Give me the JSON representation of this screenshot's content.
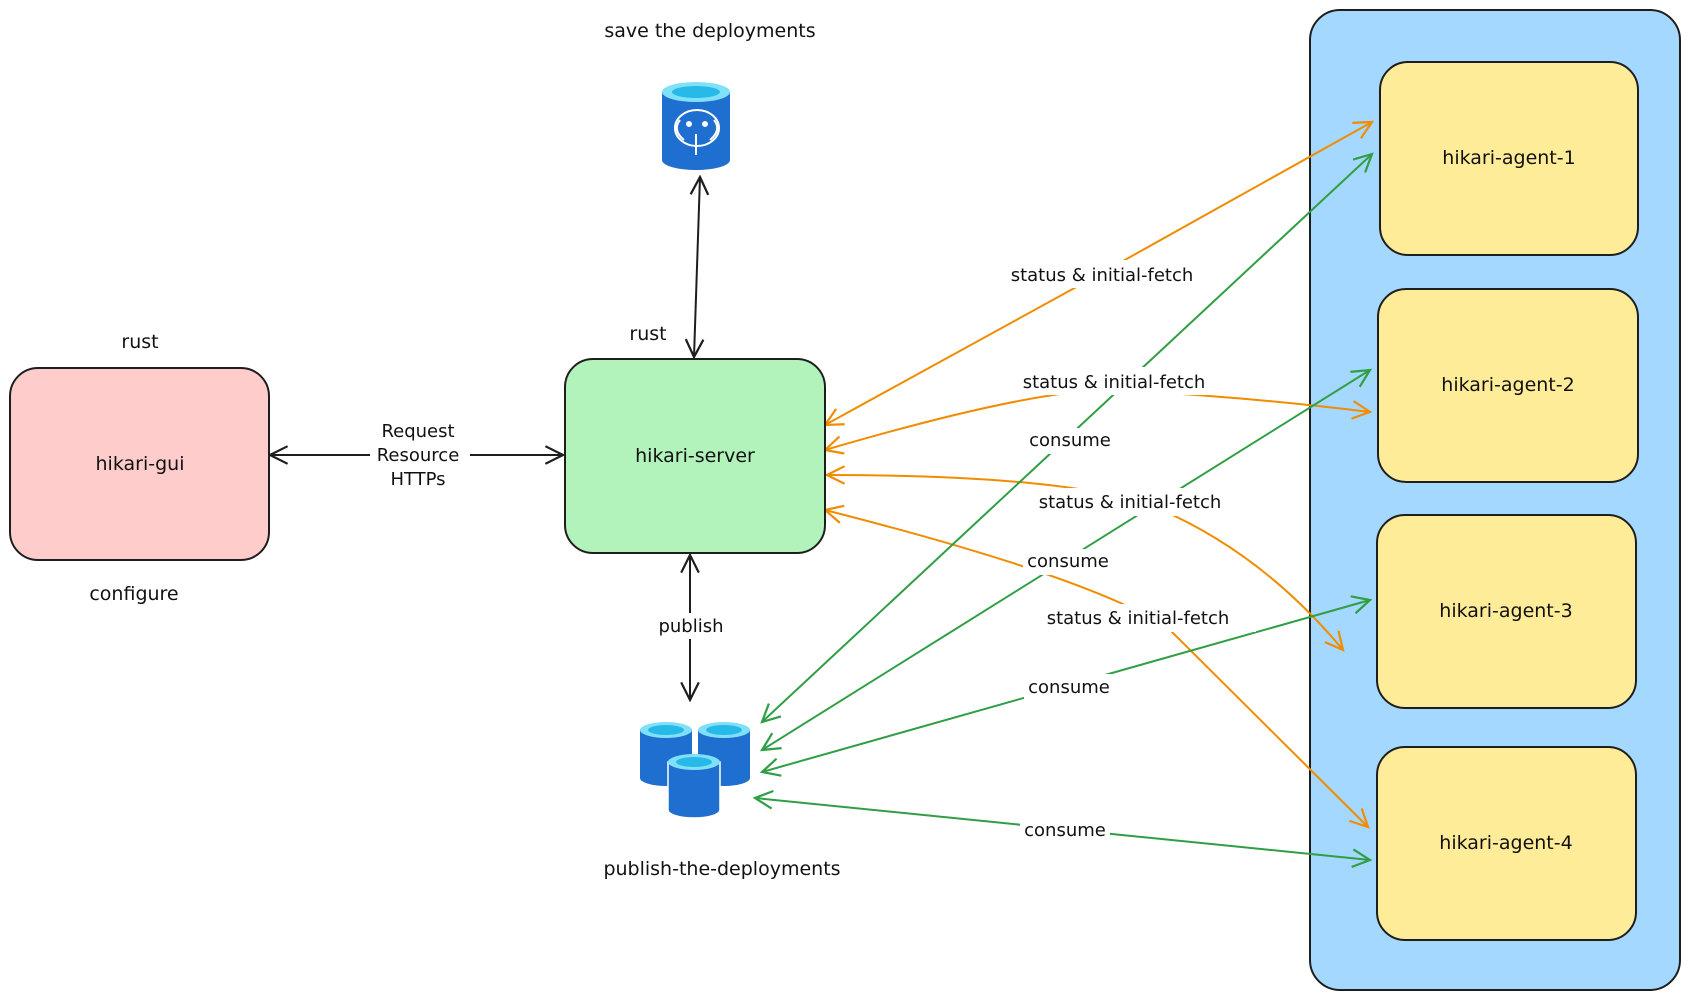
{
  "colors": {
    "gui_fill": "#ffcccc",
    "server_fill": "#b2f2bb",
    "agent_fill": "#ffec99",
    "group_fill": "#a5d8ff",
    "stroke": "#1e1e1e",
    "orange_edge": "#f08c00",
    "green_edge": "#2f9e44",
    "db_blue": "#1e6fd0"
  },
  "nodes": {
    "gui": {
      "label": "hikari-gui",
      "top_note": "rust",
      "bottom_note": "configure"
    },
    "server": {
      "label": "hikari-server",
      "top_note": "rust"
    },
    "postgres": {
      "icon": "postgres-database-icon",
      "caption": "save the deployments"
    },
    "queue": {
      "icon": "database-cluster-icon",
      "caption": "publish-the-deployments"
    },
    "agents": [
      {
        "label": "hikari-agent-1"
      },
      {
        "label": "hikari-agent-2"
      },
      {
        "label": "hikari-agent-3"
      },
      {
        "label": "hikari-agent-4"
      }
    ]
  },
  "edges": {
    "gui_server": [
      "Request",
      "Resource",
      "HTTPs"
    ],
    "server_queue": "publish",
    "status": [
      "status & initial-fetch",
      "status & initial-fetch",
      "status & initial-fetch",
      "status & initial-fetch"
    ],
    "consume": [
      "consume",
      "consume",
      "consume",
      "consume"
    ]
  }
}
